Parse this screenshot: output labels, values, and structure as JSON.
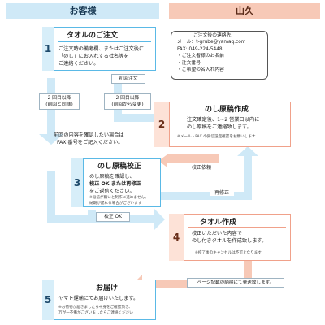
{
  "header": {
    "customer": "お客様",
    "company": "山久"
  },
  "steps": {
    "s1": {
      "num": "1",
      "title": "タオルのご注文",
      "body": [
        "ご注文時の備考欄、またはご注文後に",
        "「のし」にお入れする社名等を",
        "ご連絡ください。"
      ]
    },
    "s2": {
      "num": "2",
      "title": "のし原稿作成",
      "body": [
        "注文確定後、1~2 営業日以内に",
        "のし原稿をご連絡致します。"
      ],
      "note": "※メール・FAX の受信設定確認をお願いします"
    },
    "s3": {
      "num": "3",
      "title": "のし原稿校正",
      "body": [
        "のし原稿を確認し、",
        "校正 OK または再修正",
        "をご返信ください。"
      ],
      "note": [
        "※返信が無いと制作に進めません。",
        "納期が遅れる場合がございます"
      ]
    },
    "s4": {
      "num": "4",
      "title": "タオル作成",
      "body": [
        "校正いただいた内容で",
        "のし付きタオルを作成致します。"
      ],
      "note": "※校了後のキャンセルは不可となります"
    },
    "s5": {
      "num": "5",
      "title": "お届け",
      "body": "ヤマト運輸にてお届けいたします。",
      "note": [
        "※お荷物が届きましたら中身をご確認頂き、",
        "万が一不備がございましたらご連絡ください"
      ]
    }
  },
  "contact": {
    "lines": [
      "ご注文後の連絡先",
      "メール：t-grube@yamaq.com",
      "FAX: 049-224-5448",
      "・ご注文者様のお名前",
      "・注文番号",
      "・ご希望の名入れ内容"
    ]
  },
  "tags": {
    "first_order": "初回注文",
    "repeat_same": [
      "2 回目以降",
      "(前回と同様)"
    ],
    "repeat_change": [
      "2 回目以降",
      "(前回から変更)"
    ],
    "proof_request": "校正依頼",
    "re_correct": "再修正",
    "proof_ok": "校正 OK",
    "schedule": "ページ記載の納期にて発送致します。"
  },
  "free_text": [
    "前回の内容を確認したい場合は",
    "FAX 番号をご記入ください。"
  ],
  "colors": {
    "blue": "#5ab9e6",
    "pink": "#f0a18a",
    "arrow_blue": "#cfe9f7",
    "arrow_pink": "#f7c9b7"
  }
}
